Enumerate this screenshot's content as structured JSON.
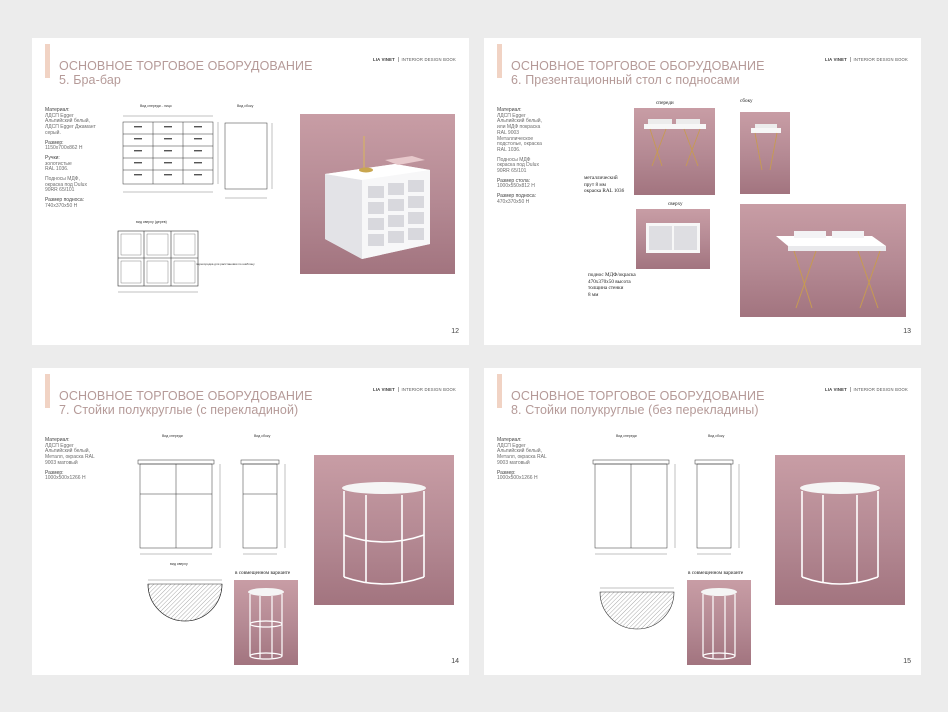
{
  "brand": {
    "name": "LIA VINET",
    "book": "INTERIOR DESIGN BOOK"
  },
  "pages": {
    "p12": {
      "title_1": "ОСНОВНОЕ ТОРГОВОЕ ОБОРУДОВАНИЕ",
      "title_2": "5. Бра-бар",
      "specs": [
        "Материал:",
        "ЛДСП Egger",
        "Альпийский белый,",
        "ЛДСП Egger Джамант",
        "серый.",
        "",
        "Размер:",
        "1150х700х862 Н",
        "",
        "Ручки:",
        "золотистые",
        "RAL 1036.",
        "",
        "Подносы МДФ,",
        "окраска под Dulux",
        "90RR 65/101",
        "",
        "Размер подноса:",
        "740х370х50 Н"
      ],
      "view_front": "Вид спереди - лицо",
      "view_side": "Вид сбоку",
      "view_top": "вид сверху (дерев)",
      "note": "перегородка для расстановки по шаблону",
      "number": "12"
    },
    "p13": {
      "title_1": "ОСНОВНОЕ ТОРГОВОЕ ОБОРУДОВАНИЕ",
      "title_2": "6. Презентационный стол с подносами",
      "specs": [
        "Материал:",
        "ЛДСП Egger",
        "Альпийский белый,",
        "или МДФ покраска",
        "RAL 9003",
        "Металлическое",
        "подстолье, окраска",
        "RAL 1036.",
        "",
        "Подносы МДФ",
        "окраска под Dulux",
        "90RR 65/101",
        "",
        "Размер стола:",
        "1000х550х812 Н",
        "",
        "Размер подноса:",
        "470х370х50 Н"
      ],
      "cap_front": "спереди",
      "cap_side": "сбоку",
      "cap_top": "сверху",
      "note_metal": [
        "металлический",
        "прут 8 мм",
        "окраска RAL 1036"
      ],
      "note_tray": [
        "поднос МДФ/окраска",
        "470х370х50 высота",
        "толщина стенки",
        "8 мм"
      ],
      "number": "13"
    },
    "p14": {
      "title_1": "ОСНОВНОЕ ТОРГОВОЕ ОБОРУДОВАНИЕ",
      "title_2": "7. Стойки полукруглые (с перекладиной)",
      "specs": [
        "Материал:",
        "ЛДСП Egger",
        "Альпийский белый,",
        "Металл, окраска RAL",
        "9003 матовый",
        "",
        "Размер:",
        "1000х500х1266 Н"
      ],
      "view_front": "Вид спереди",
      "view_side": "Вид сбоку",
      "view_top": "вид сверху",
      "cap_combined": "в совмещенном варианте",
      "number": "14"
    },
    "p15": {
      "title_1": "ОСНОВНОЕ ТОРГОВОЕ ОБОРУДОВАНИЕ",
      "title_2": "8. Стойки полукруглые (без перекладины)",
      "specs": [
        "Материал:",
        "ЛДСП Egger",
        "Альпийский белый,",
        "Металл, окраска RAL",
        "9003 матовый",
        "",
        "Размер:",
        "1000х500х1266 Н"
      ],
      "view_front": "Вид спереди",
      "view_side": "Вид сбоку",
      "cap_combined": "в совмещенном варианте",
      "number": "15"
    }
  }
}
